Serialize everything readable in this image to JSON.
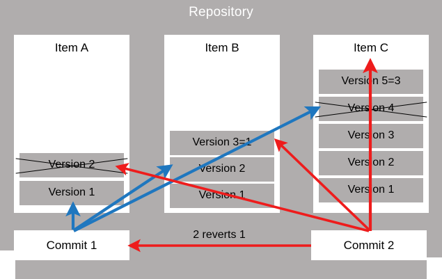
{
  "diagram": {
    "title": "Repository",
    "background_color": "#b0adad",
    "box_color": "#ffffff",
    "version_color": "#b0adad",
    "blue_arrow_color": "#1f77bf",
    "red_arrow_color": "#ee1c1c"
  },
  "items": [
    {
      "id": "item-a",
      "title": "Item A",
      "versions": [
        {
          "label": "Version 2",
          "crossed": true
        },
        {
          "label": "Version 1",
          "crossed": false
        }
      ]
    },
    {
      "id": "item-b",
      "title": "Item B",
      "versions": [
        {
          "label": "Version 3=1",
          "crossed": false
        },
        {
          "label": "Version 2",
          "crossed": false
        },
        {
          "label": "Version 1",
          "crossed": false
        }
      ]
    },
    {
      "id": "item-c",
      "title": "Item C",
      "versions": [
        {
          "label": "Version 5=3",
          "crossed": false
        },
        {
          "label": "Version 4",
          "crossed": true
        },
        {
          "label": "Version 3",
          "crossed": false
        },
        {
          "label": "Version 2",
          "crossed": false
        },
        {
          "label": "Version 1",
          "crossed": false
        }
      ]
    }
  ],
  "commits": [
    {
      "id": "commit-1",
      "label": "Commit 1"
    },
    {
      "id": "commit-2",
      "label": "Commit 2"
    }
  ],
  "annotations": [
    {
      "id": "reverts",
      "label": "2 reverts 1"
    }
  ]
}
